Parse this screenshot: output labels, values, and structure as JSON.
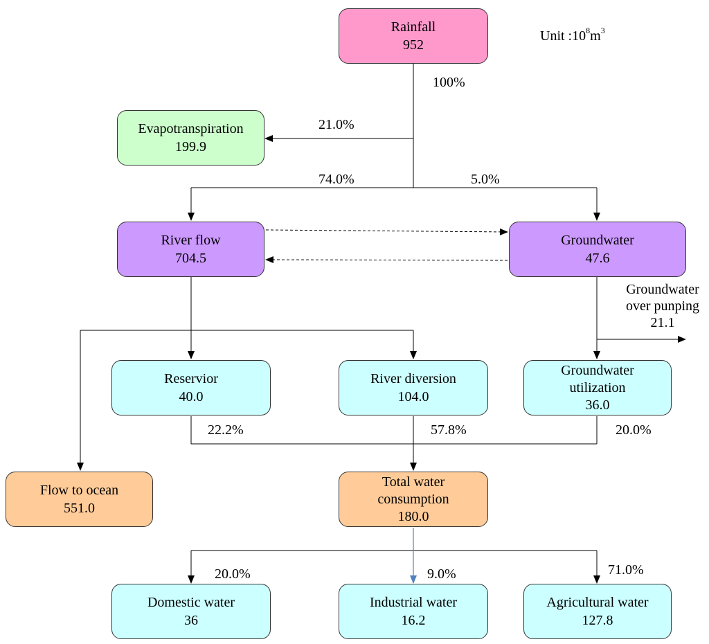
{
  "unit": {
    "prefix": "Unit :10",
    "exp1": "8",
    "mid": "m",
    "exp2": "3"
  },
  "nodes": {
    "rainfall": {
      "label": "Rainfall",
      "value": "952",
      "color": "#ff99cc"
    },
    "evapotranspiration": {
      "label": "Evapotranspiration",
      "value": "199.9",
      "color": "#ccffcc"
    },
    "river_flow": {
      "label": "River flow",
      "value": "704.5",
      "color": "#cc99ff"
    },
    "groundwater": {
      "label": "Groundwater",
      "value": "47.6",
      "color": "#cc99ff"
    },
    "reservoir": {
      "label": "Reservior",
      "value": "40.0",
      "color": "#ccffff"
    },
    "river_diversion": {
      "label": "River diversion",
      "value": "104.0",
      "color": "#ccffff"
    },
    "groundwater_utilization": {
      "label1": "Groundwater",
      "label2": "utilization",
      "value": "36.0",
      "color": "#ccffff"
    },
    "flow_to_ocean": {
      "label": "Flow to ocean",
      "value": "551.0",
      "color": "#ffcc99"
    },
    "total_water_consumption": {
      "label1": "Total water",
      "label2": "consumption",
      "value": "180.0",
      "color": "#ffcc99"
    },
    "domestic_water": {
      "label": "Domestic water",
      "value": "36",
      "color": "#ccffff"
    },
    "industrial_water": {
      "label": "Industrial water",
      "value": "16.2",
      "color": "#ccffff"
    },
    "agricultural_water": {
      "label": "Agricultural water",
      "value": "127.8",
      "color": "#ccffff"
    }
  },
  "edge_labels": {
    "rainfall_total": "100%",
    "to_evapotranspiration": "21.0%",
    "to_river_flow": "74.0%",
    "to_groundwater": "5.0%",
    "from_reservoir": "22.2%",
    "from_river_diversion": "57.8%",
    "from_groundwater_utilization": "20.0%",
    "to_domestic": "20.0%",
    "to_industrial": "9.0%",
    "to_agricultural": "71.0%"
  },
  "overpumping": {
    "line1": "Groundwater",
    "line2": "over punping",
    "value": "21.1"
  },
  "colors": {
    "line": "#000000",
    "highlight_line": "#4f81bd"
  }
}
